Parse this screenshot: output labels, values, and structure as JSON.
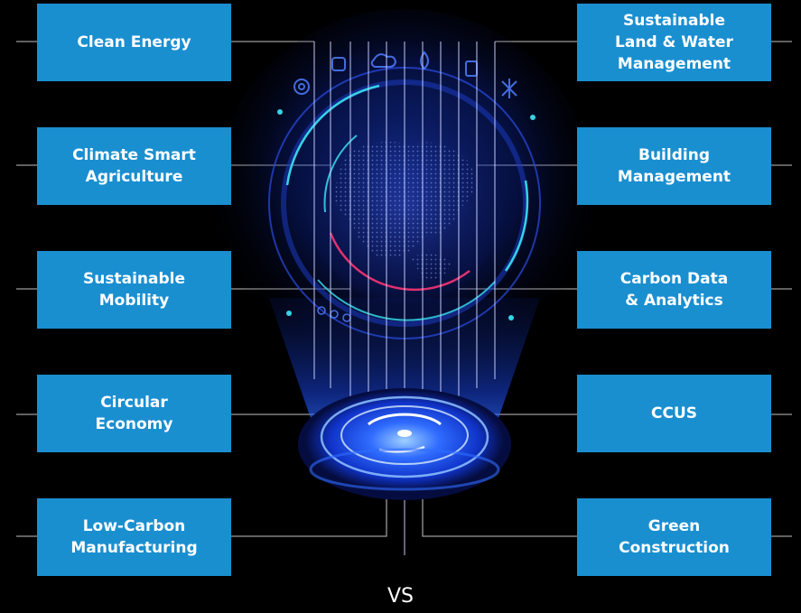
{
  "categories_left": [
    "Clean Energy",
    "Climate Smart\nAgriculture",
    "Sustainable\nMobility",
    "Circular\nEconomy",
    "Low-Carbon\nManufacturing"
  ],
  "categories_right": [
    "Sustainable\nLand & Water\nManagement",
    "Building\nManagement",
    "Carbon Data\n& Analytics",
    "CCUS",
    "Green\nConstruction"
  ],
  "footer_text": "VS",
  "colors": {
    "box_fill": "#1a8fd0",
    "box_text": "#ffffff",
    "background": "#000000",
    "hologram_blue": "#1e5fff",
    "accent_cyan": "#35d3e6",
    "accent_pink": "#e0316f"
  },
  "icons": [
    "globe-icon",
    "hologram-projector-icon",
    "snowflake-icon",
    "cloud-icon",
    "water-drop-icon"
  ]
}
